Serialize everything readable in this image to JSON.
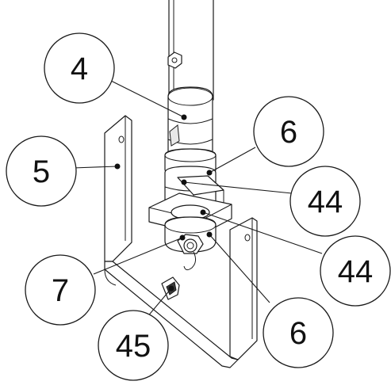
{
  "callouts": {
    "c4": "4",
    "c5": "5",
    "c6a": "6",
    "c44a": "44",
    "c44b": "44",
    "c7": "7",
    "c6b": "6",
    "c45": "45"
  }
}
